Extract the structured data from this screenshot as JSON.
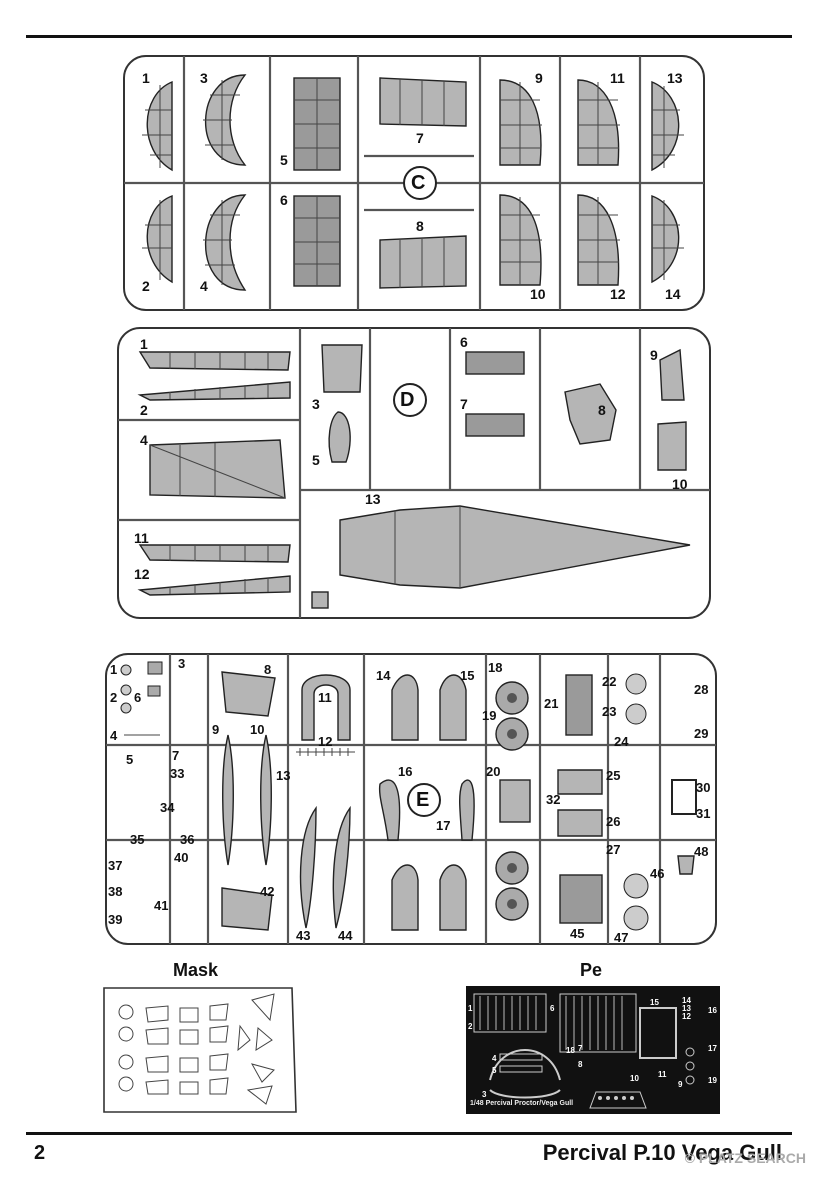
{
  "sprue_c": {
    "letter": "C",
    "numbers": [
      "1",
      "3",
      "5",
      "7",
      "9",
      "11",
      "13",
      "2",
      "4",
      "6",
      "8",
      "10",
      "12",
      "14"
    ]
  },
  "sprue_d": {
    "letter": "D",
    "numbers": [
      "1",
      "2",
      "3",
      "4",
      "5",
      "6",
      "7",
      "8",
      "9",
      "10",
      "11",
      "12",
      "13"
    ]
  },
  "sprue_e": {
    "letter": "E",
    "numbers": [
      "1",
      "2",
      "3",
      "4",
      "5",
      "6",
      "7",
      "8",
      "9",
      "10",
      "11",
      "12",
      "13",
      "14",
      "15",
      "16",
      "17",
      "18",
      "19",
      "20",
      "21",
      "22",
      "23",
      "24",
      "25",
      "26",
      "27",
      "28",
      "29",
      "30",
      "31",
      "32",
      "33",
      "34",
      "35",
      "36",
      "37",
      "38",
      "39",
      "40",
      "41",
      "42",
      "43",
      "44",
      "45",
      "46",
      "47",
      "48"
    ]
  },
  "mask": {
    "title": "Mask"
  },
  "pe": {
    "title": "Pe",
    "fret_text": "1/48 Percival Proctor/Vega Gull",
    "numbers": [
      "1",
      "2",
      "3",
      "4",
      "5",
      "6",
      "7",
      "8",
      "9",
      "10",
      "11",
      "12",
      "13",
      "14",
      "15",
      "16",
      "17",
      "18",
      "19"
    ]
  },
  "footer": {
    "page_number": "2",
    "title": "Percival P.10 Vega Gull",
    "watermark": "© PLATZ SEARCH"
  }
}
